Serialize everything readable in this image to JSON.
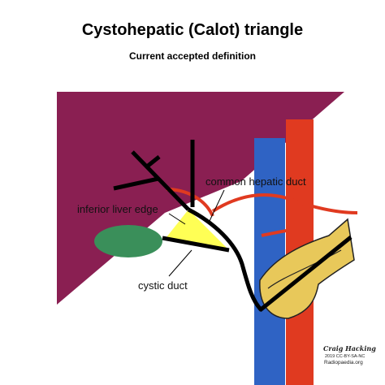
{
  "title": "Cystohepatic (Calot) triangle",
  "subtitle": "Current accepted definition",
  "labels": {
    "common_hepatic_duct": "common hepatic duct",
    "inferior_liver_edge": "inferior liver edge",
    "cystic_duct": "cystic duct"
  },
  "credit": {
    "author": "Craig Hacking",
    "license": "2019 CC-BY-SA-NC",
    "site": "Radiopaedia.org"
  },
  "colors": {
    "liver": "#8a1f52",
    "portal_vein": "#2f63c4",
    "hepatic_artery": "#e03a20",
    "triangle": "#ffff55",
    "gallbladder": "#3a8f5a",
    "pancreas": "#e8c85a",
    "duct": "#000000"
  }
}
